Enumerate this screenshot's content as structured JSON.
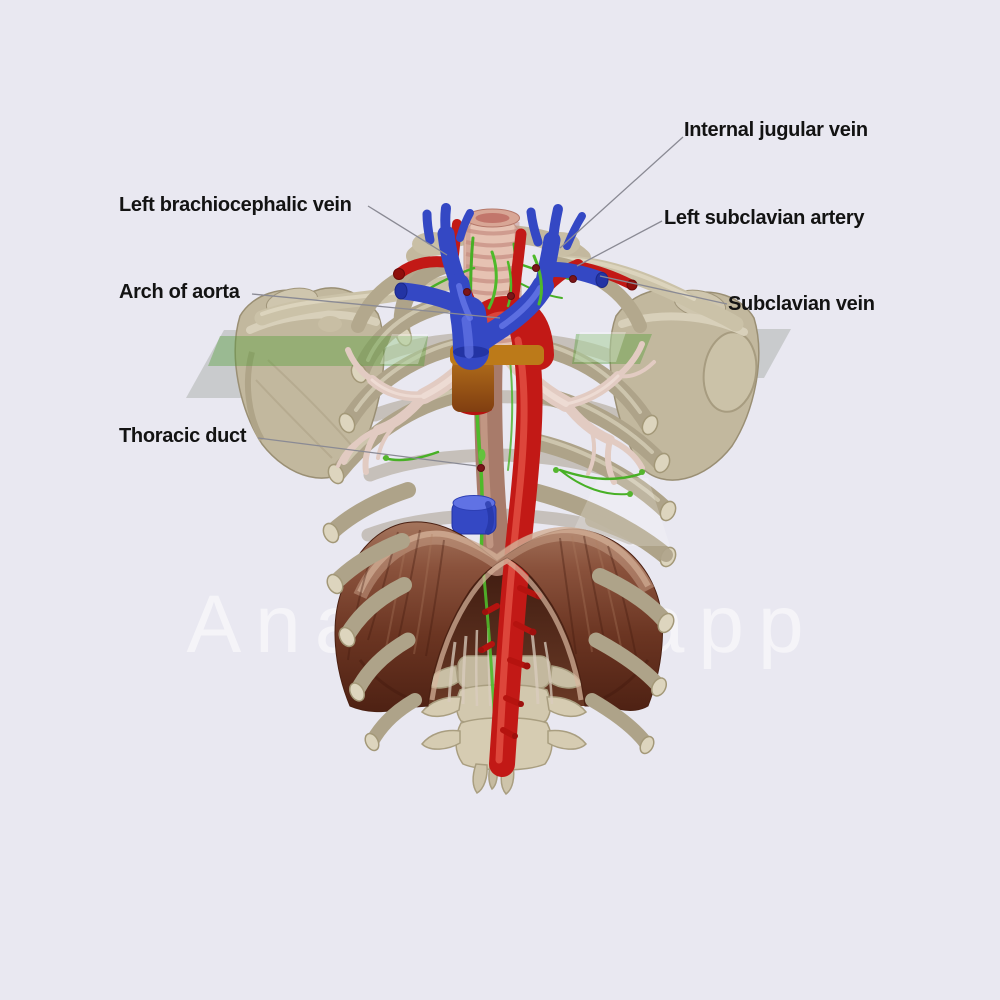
{
  "labels": {
    "internal_jugular_vein": "Internal jugular vein",
    "left_brachiocephalic_vein": "Left brachiocephalic vein",
    "left_subclavian_artery": "Left subclavian artery",
    "arch_of_aorta": "Arch of aorta",
    "subclavian_vein": "Subclavian vein",
    "thoracic_duct": "Thoracic duct"
  },
  "watermark": {
    "text": "Anatomy.app"
  },
  "colors": {
    "background": "#E9E8F1",
    "label_text": "#131313",
    "leader_line": "#8A8A94",
    "artery_red": "#C2191C",
    "vein_blue": "#3448C4",
    "lymph_green": "#4FB32B",
    "bone_tan": "#C2B89E",
    "diaphragm_brown": "#6B3522",
    "trachea_pink": "#E6C2B2",
    "bronchi_pink": "#E2CBC2",
    "esophagus_brown": "#A87B6A",
    "watermark_white": "#FFFFFF",
    "logo_gray": "#A9ADA9",
    "logo_green": "#4E9E33"
  }
}
